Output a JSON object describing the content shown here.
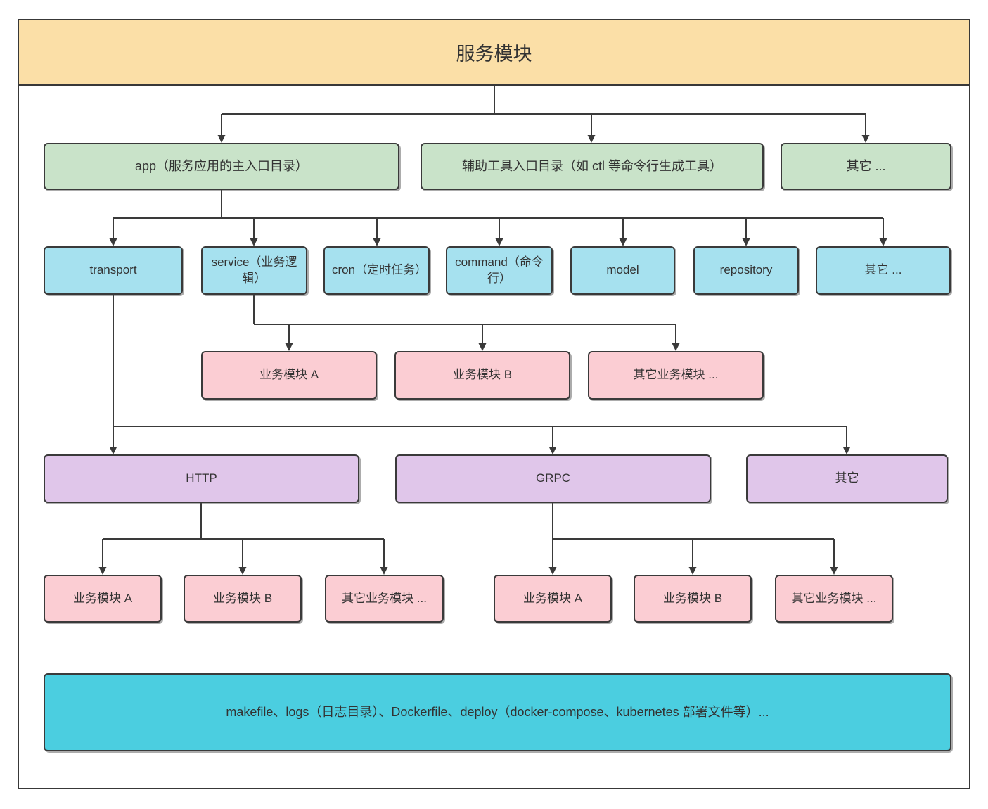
{
  "diagram": {
    "title": "服务模块",
    "level1": [
      {
        "id": "app",
        "label": "app（服务应用的主入口目录）"
      },
      {
        "id": "helper-tools",
        "label": "辅助工具入口目录（如 ctl 等命令行生成工具）"
      },
      {
        "id": "other",
        "label": "其它 ..."
      }
    ],
    "level2": [
      {
        "id": "transport",
        "label": "transport"
      },
      {
        "id": "service",
        "label": "service（业务逻辑）"
      },
      {
        "id": "cron",
        "label": "cron（定时任务）"
      },
      {
        "id": "command",
        "label": "command（命令行）"
      },
      {
        "id": "model",
        "label": "model"
      },
      {
        "id": "repository",
        "label": "repository"
      },
      {
        "id": "other",
        "label": "其它 ..."
      }
    ],
    "service_modules": [
      {
        "label": "业务模块 A"
      },
      {
        "label": "业务模块 B"
      },
      {
        "label": "其它业务模块 ..."
      }
    ],
    "transport_types": [
      {
        "id": "http",
        "label": "HTTP"
      },
      {
        "id": "grpc",
        "label": "GRPC"
      },
      {
        "id": "other",
        "label": "其它"
      }
    ],
    "http_modules": [
      {
        "label": "业务模块 A"
      },
      {
        "label": "业务模块 B"
      },
      {
        "label": "其它业务模块 ..."
      }
    ],
    "grpc_modules": [
      {
        "label": "业务模块 A"
      },
      {
        "label": "业务模块 B"
      },
      {
        "label": "其它业务模块 ..."
      }
    ],
    "footer": "makefile、logs（日志目录）、Dockerfile、deploy（docker-compose、kubernetes 部署文件等）...",
    "colors": {
      "header_fill": "#FBDFA7",
      "level1_fill": "#C9E3C9",
      "level2_fill": "#A6E1EF",
      "module_fill": "#FBCDD3",
      "transport_fill": "#E0C6EA",
      "footer_fill": "#4BCEE0",
      "border": "#3A3A3A",
      "text": "#333333"
    }
  }
}
